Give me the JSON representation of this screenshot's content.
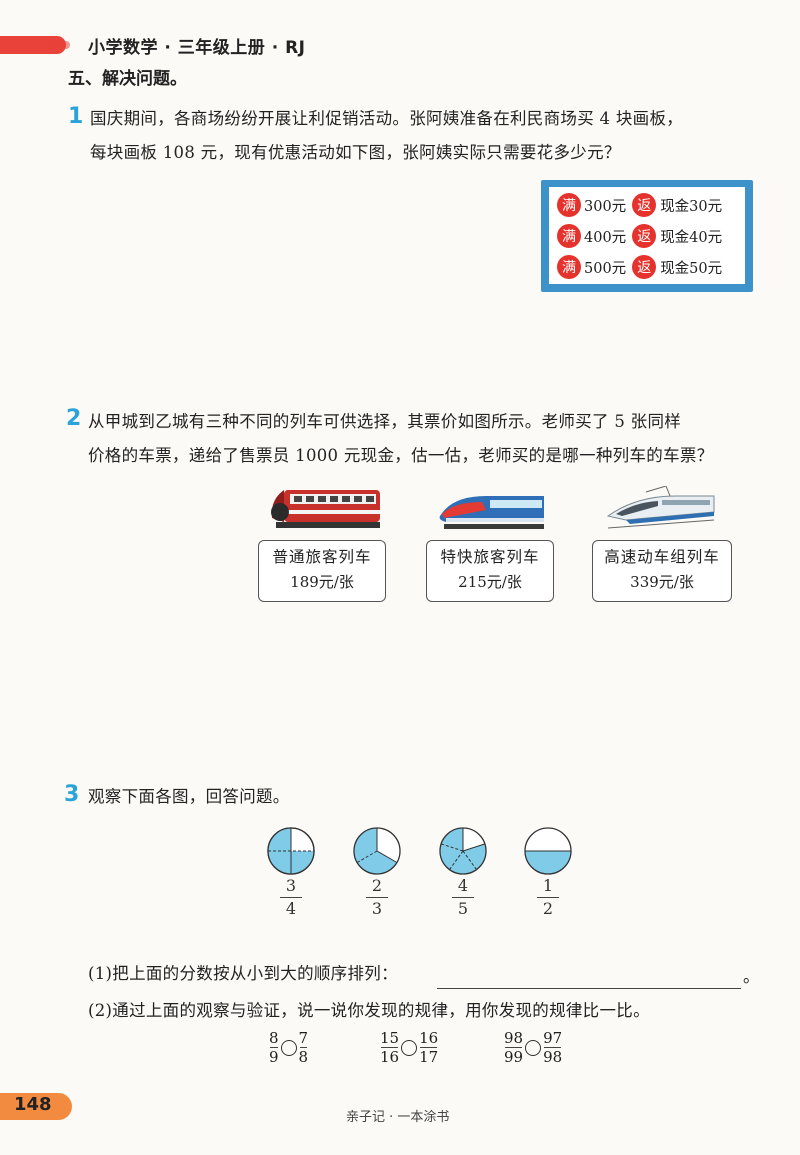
{
  "header": {
    "title": "小学数学 · 三年级上册 · RJ"
  },
  "section": {
    "title": "五、解决问题。"
  },
  "q1": {
    "num": "1",
    "line1": "国庆期间，各商场纷纷开展让利促销活动。张阿姨准备在利民商场买 4 块画板，",
    "line2": "每块画板 108 元，现有优惠活动如下图，张阿姨实际只需要花多少元？",
    "promo": [
      {
        "badge1": "满",
        "amount": "300元",
        "badge2": "返",
        "reward": "现金30元"
      },
      {
        "badge1": "满",
        "amount": "400元",
        "badge2": "返",
        "reward": "现金40元"
      },
      {
        "badge1": "满",
        "amount": "500元",
        "badge2": "返",
        "reward": "现金50元"
      }
    ]
  },
  "q2": {
    "num": "2",
    "line1": "从甲城到乙城有三种不同的列车可供选择，其票价如图所示。老师买了 5 张同样",
    "line2": "价格的车票，递给了售票员 1000 元现金，估一估，老师买的是哪一种列车的车票？",
    "trains": [
      {
        "name": "普通旅客列车",
        "price": "189元/张"
      },
      {
        "name": "特快旅客列车",
        "price": "215元/张"
      },
      {
        "name": "高速动车组列车",
        "price": "339元/张"
      }
    ]
  },
  "q3": {
    "num": "3",
    "text": "观察下面各图，回答问题。",
    "fractions": [
      {
        "num": "3",
        "den": "4"
      },
      {
        "num": "2",
        "den": "3"
      },
      {
        "num": "4",
        "den": "5"
      },
      {
        "num": "1",
        "den": "2"
      }
    ],
    "sub1": "(1)把上面的分数按从小到大的顺序排列：",
    "sub1_end": "。",
    "sub2": "(2)通过上面的观察与验证，说一说你发现的规律，用你发现的规律比一比。",
    "compare": [
      {
        "a_num": "8",
        "a_den": "9",
        "b_num": "7",
        "b_den": "8"
      },
      {
        "a_num": "15",
        "a_den": "16",
        "b_num": "16",
        "b_den": "17"
      },
      {
        "a_num": "98",
        "a_den": "99",
        "b_num": "97",
        "b_den": "98"
      }
    ]
  },
  "footer": {
    "page": "148",
    "brand": "亲子记 · 一本涂书"
  },
  "colors": {
    "accent_red": "#e8423a",
    "question_blue": "#2aa3d8",
    "promo_blue": "#3d93c9",
    "pie_blue": "#7fcbe8"
  }
}
